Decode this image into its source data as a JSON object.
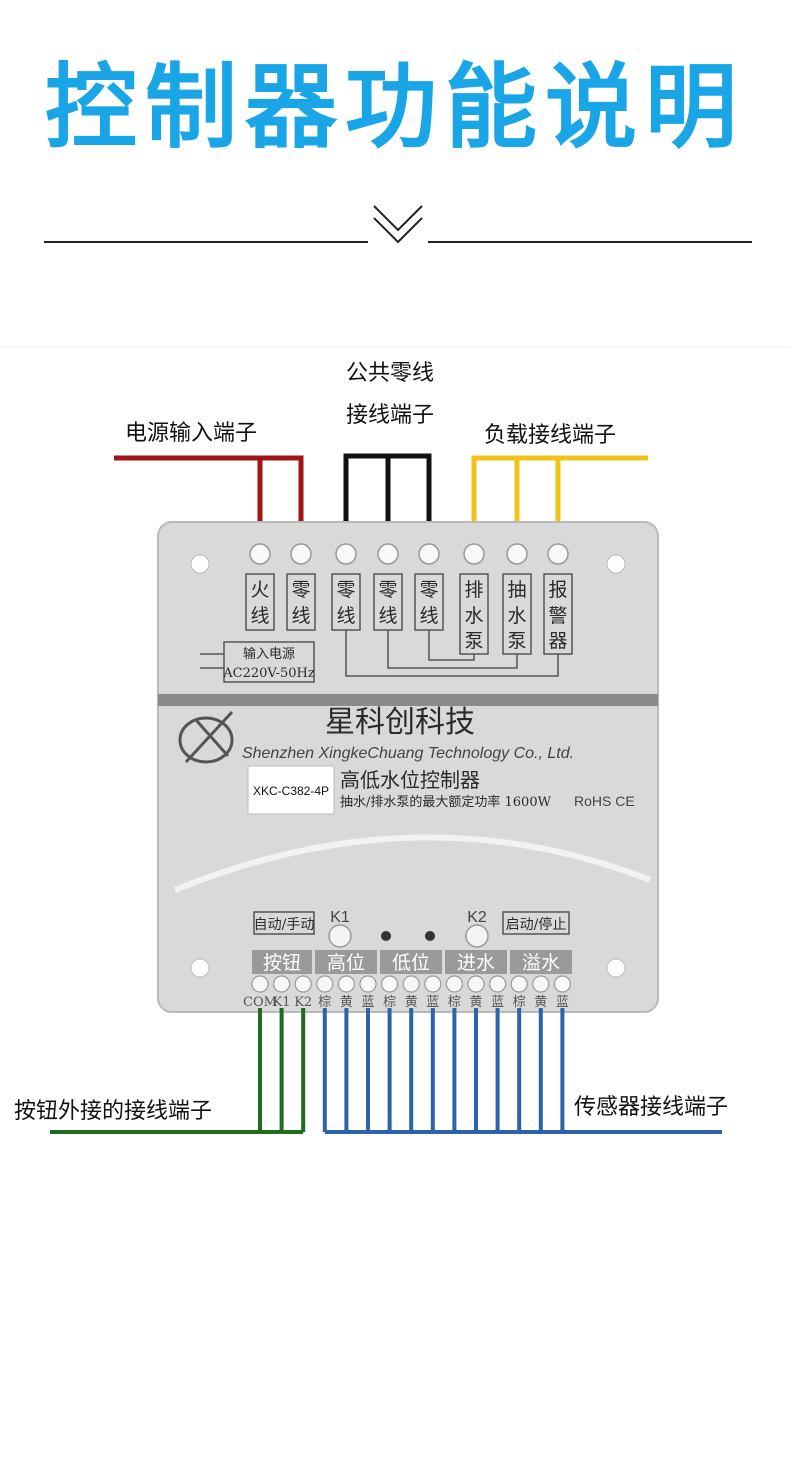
{
  "header": {
    "title": "控制器功能说明"
  },
  "labels": {
    "neutral_line1": "公共零线",
    "neutral_line2": "接线端子",
    "power_input": "电源输入端子",
    "load_terminals": "负载接线端子",
    "button_terminals": "按钮外接的接线端子",
    "sensor_terminals": "传感器接线端子"
  },
  "device": {
    "top_terminals": [
      "火线",
      "零线",
      "零线",
      "零线",
      "零线",
      "排水泵",
      "抽水泵",
      "报警器"
    ],
    "power_box_line1": "输入电源",
    "power_box_line2": "AC220V-50Hz",
    "brand_cn": "星科创科技",
    "brand_en": "Shenzhen XingkeChuang Technology Co., Ltd.",
    "model": "XKC-C382-4P",
    "product_name": "高低水位控制器",
    "rating": "抽水/排水泵的最大额定功率 1600W",
    "cert": "RoHS CE",
    "k1_label": "K1",
    "k2_label": "K2",
    "auto_manual": "自动/手动",
    "start_stop": "启动/停止",
    "bottom_groups": [
      "按钮",
      "高位",
      "低位",
      "进水",
      "溢水"
    ],
    "bottom_pins": [
      "COM",
      "K1",
      "K2",
      "棕",
      "黄",
      "蓝",
      "棕",
      "黄",
      "蓝",
      "棕",
      "黄",
      "蓝",
      "棕",
      "黄",
      "蓝"
    ]
  },
  "colors": {
    "title": "#1aa6e6",
    "live_wire": "#a31515",
    "neutral_wire": "#111111",
    "load_wire": "#f2c21b",
    "button_wire": "#1f6b1f",
    "sensor_wire": "#2e63a8"
  }
}
